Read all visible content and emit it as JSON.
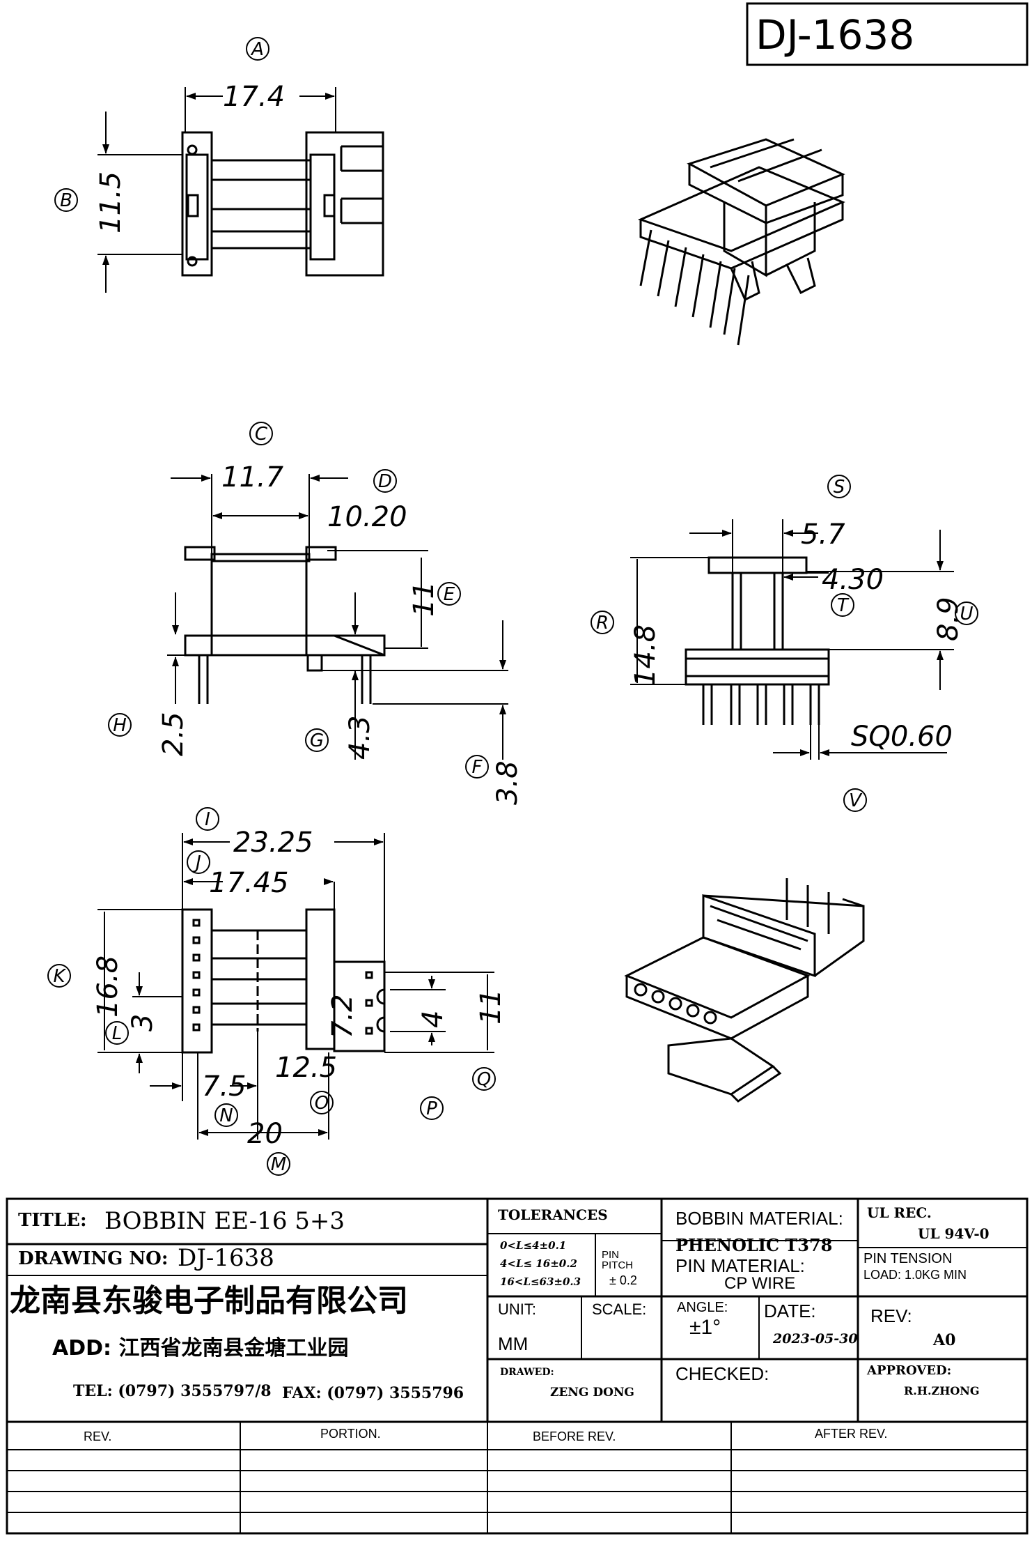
{
  "drawing_id": "DJ-1638",
  "dimensions": {
    "A": "17.4",
    "B": "11.5",
    "C": "11.7",
    "D": "10.20",
    "E": "11",
    "H": "2.5",
    "G": "4.3",
    "F": "3.8",
    "S": "5.7",
    "T": "4.30",
    "R": "14.8",
    "U": "8.9",
    "V": "SQ0.60",
    "I": "23.25",
    "J": "17.45",
    "K": "16.8",
    "L": "3",
    "dim_72": "7.2",
    "dim_4": "4",
    "Q": "11",
    "N": "7.5",
    "O": "12.5",
    "M": "20"
  },
  "callouts": [
    "A",
    "B",
    "C",
    "D",
    "E",
    "H",
    "G",
    "F",
    "S",
    "T",
    "R",
    "U",
    "V",
    "I",
    "J",
    "K",
    "L",
    "N",
    "O",
    "P",
    "Q",
    "M"
  ],
  "title_block": {
    "title_label": "TITLE:",
    "title_value": "BOBBIN   EE-16  5+3",
    "drawing_no_label": "DRAWING NO:",
    "drawing_no_value": "DJ-1638",
    "company": "龙南县东骏电子制品有限公司",
    "address": "ADD: 江西省龙南县金塘工业园",
    "tel": "TEL: (0797) 3555797/8",
    "fax": "FAX: (0797) 3555796",
    "tolerances_label": "TOLERANCES",
    "tol_line1": "0<L≤4±0.1",
    "tol_line2": "4<L≤ 16±0.2",
    "tol_line3": "16<L≤63±0.3",
    "pin_pitch": "PIN PITCH",
    "pin_pitch_tol": "± 0.2",
    "unit_label": "UNIT:",
    "unit_value": "MM",
    "scale_label": "SCALE:",
    "drawn_label": "DRAWED:",
    "drawn_value": "ZENG DONG",
    "bobbin_material_label": "BOBBIN MATERIAL:",
    "bobbin_material_value": "PHENOLIC   T378",
    "pin_material_label": "PIN MATERIAL:",
    "pin_material_value": "CP WIRE",
    "angle_label": "ANGLE:",
    "angle_value": "±1°",
    "date_label": "DATE:",
    "date_value": "2023-05-30",
    "checked_label": "CHECKED:",
    "ul_label": "UL REC.",
    "ul_value": "UL  94V-0",
    "pin_tension_label": "PIN TENSION",
    "pin_tension_load": "LOAD:  1.0KG MIN",
    "rev_label": "REV:",
    "rev_value": "A0",
    "approved_label": "APPROVED:",
    "approved_value": "R.H.ZHONG"
  },
  "revision_table": {
    "headers": [
      "REV.",
      "PORTION.",
      "BEFORE REV.",
      "AFTER REV."
    ],
    "rows": [
      [
        "",
        "",
        "",
        ""
      ],
      [
        "",
        "",
        "",
        ""
      ],
      [
        "",
        "",
        "",
        ""
      ],
      [
        "",
        "",
        "",
        ""
      ]
    ]
  }
}
